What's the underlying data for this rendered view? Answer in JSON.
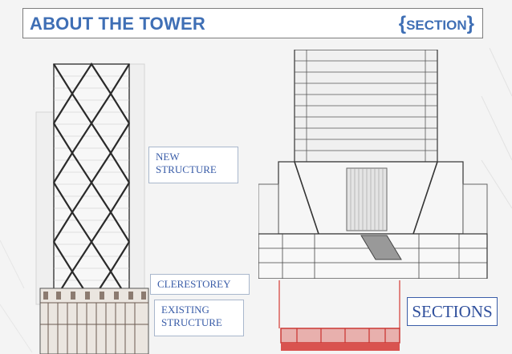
{
  "slide": {
    "title": "ABOUT THE TOWER",
    "section_open_brace": "{",
    "section_word": "SECTION",
    "section_close_brace": "}"
  },
  "labels": {
    "new_structure_line1": "NEW",
    "new_structure_line2": "STRUCTURE",
    "clerestorey": "CLERESTOREY",
    "existing_structure_line1": "EXISTING",
    "existing_structure_line2": "STRUCTURE",
    "sections": "SECTIONS"
  },
  "colors": {
    "title_blue": "#3f6fb5",
    "label_blue": "#3a5da8",
    "highlight_red": "#d9534f"
  },
  "icons": {
    "elevation": "tower-elevation-drawing",
    "section": "tower-section-drawing",
    "base": "base-section-red-drawing"
  }
}
